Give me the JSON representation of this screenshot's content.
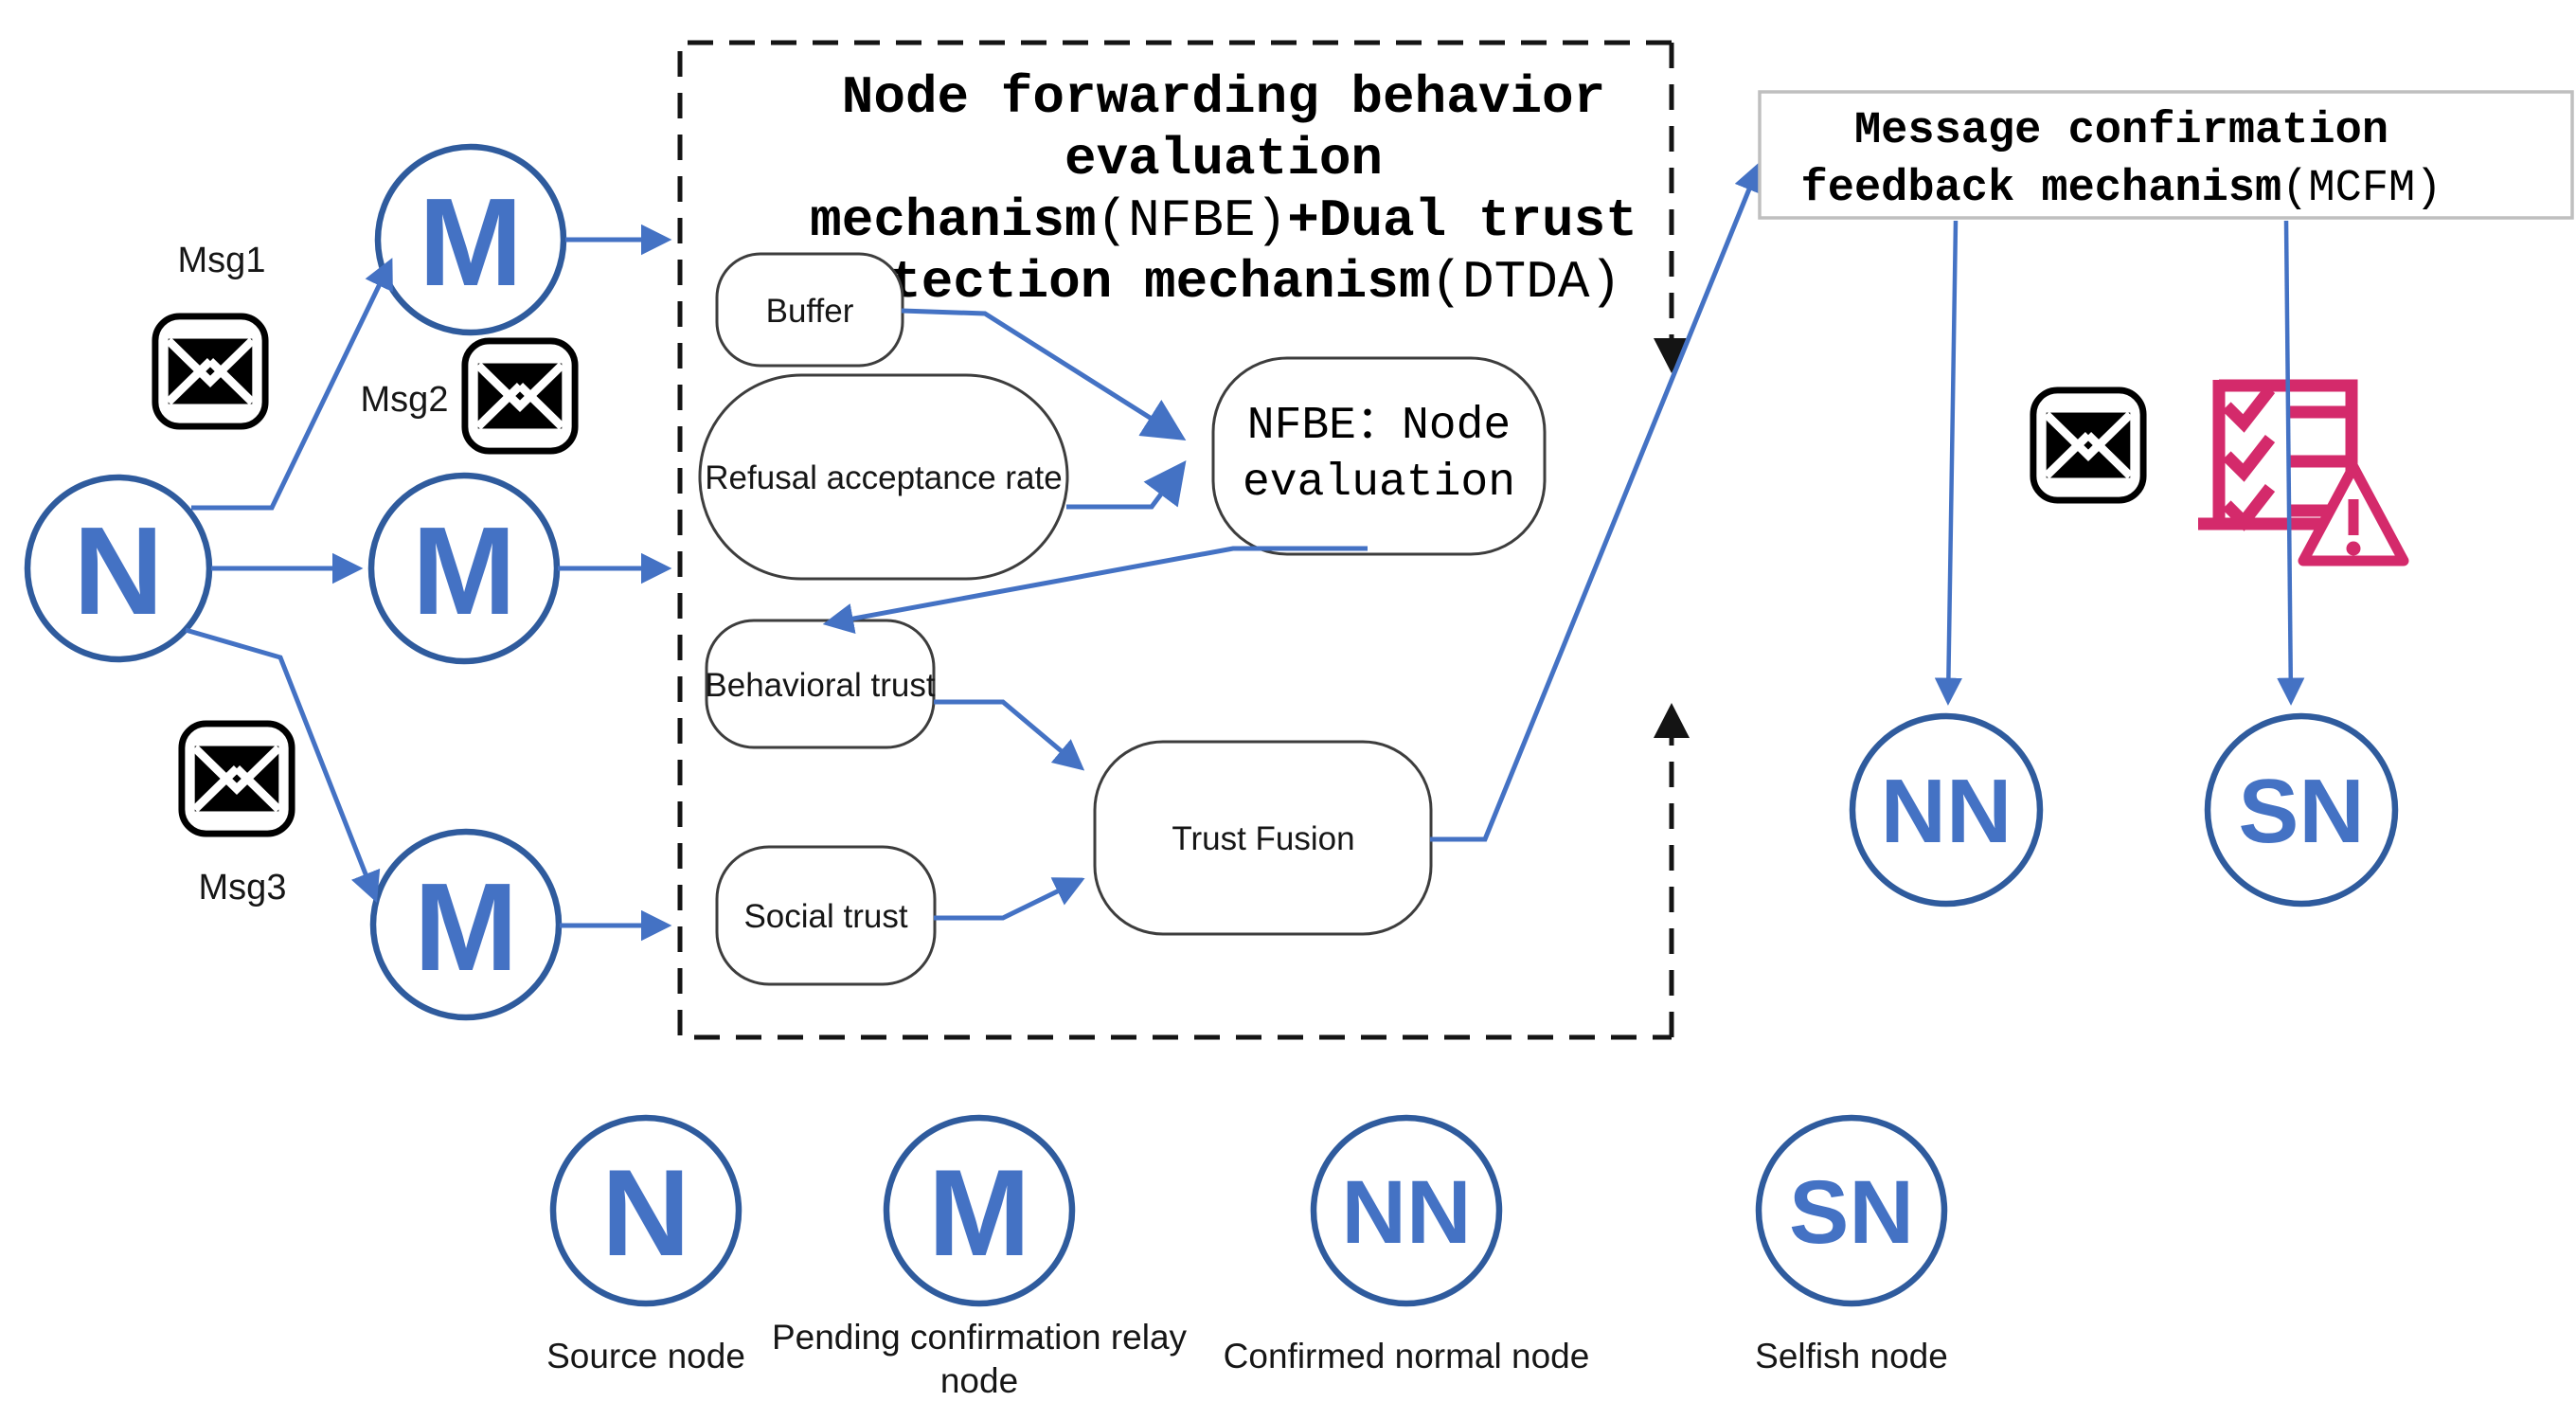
{
  "colors": {
    "blue": "#4472C4",
    "blue-dark": "#2F5B9D",
    "pink": "#D42A6B",
    "shape-border": "#3D3D3D",
    "box-border": "#BFBFBF"
  },
  "nodes": {
    "source": {
      "label": "N"
    },
    "relay1": {
      "label": "M"
    },
    "relay2": {
      "label": "M"
    },
    "relay3": {
      "label": "M"
    },
    "confirmed": {
      "label": "NN"
    },
    "selfish": {
      "label": "SN"
    }
  },
  "messages": {
    "msg1": "Msg1",
    "msg2": "Msg2",
    "msg3": "Msg3"
  },
  "nfbe": {
    "title": {
      "l1": "Node forwarding behavior",
      "l2": "evaluation",
      "l3a": "mechanism",
      "l3b": "(NFBE)",
      "l3c": "+Dual trust",
      "l4a": "detection mechanism",
      "l4b": "(DTDA)"
    },
    "buffer": "Buffer",
    "refusal": "Refusal acceptance rate",
    "evaluation_l1": "NFBE：Node",
    "evaluation_l2": "evaluation",
    "behavioral": "Behavioral trust",
    "social": "Social trust",
    "fusion": "Trust Fusion"
  },
  "mcfm": {
    "l1": "Message confirmation",
    "l2a": "feedback mechanism",
    "l2b": "(MCFM)"
  },
  "legend": [
    {
      "symbol": "N",
      "label1": "Source node",
      "label2": ""
    },
    {
      "symbol": "M",
      "label1": "Pending confirmation relay",
      "label2": "node"
    },
    {
      "symbol": "NN",
      "label1": "Confirmed normal node",
      "label2": ""
    },
    {
      "symbol": "SN",
      "label1": "Selfish node",
      "label2": ""
    }
  ]
}
